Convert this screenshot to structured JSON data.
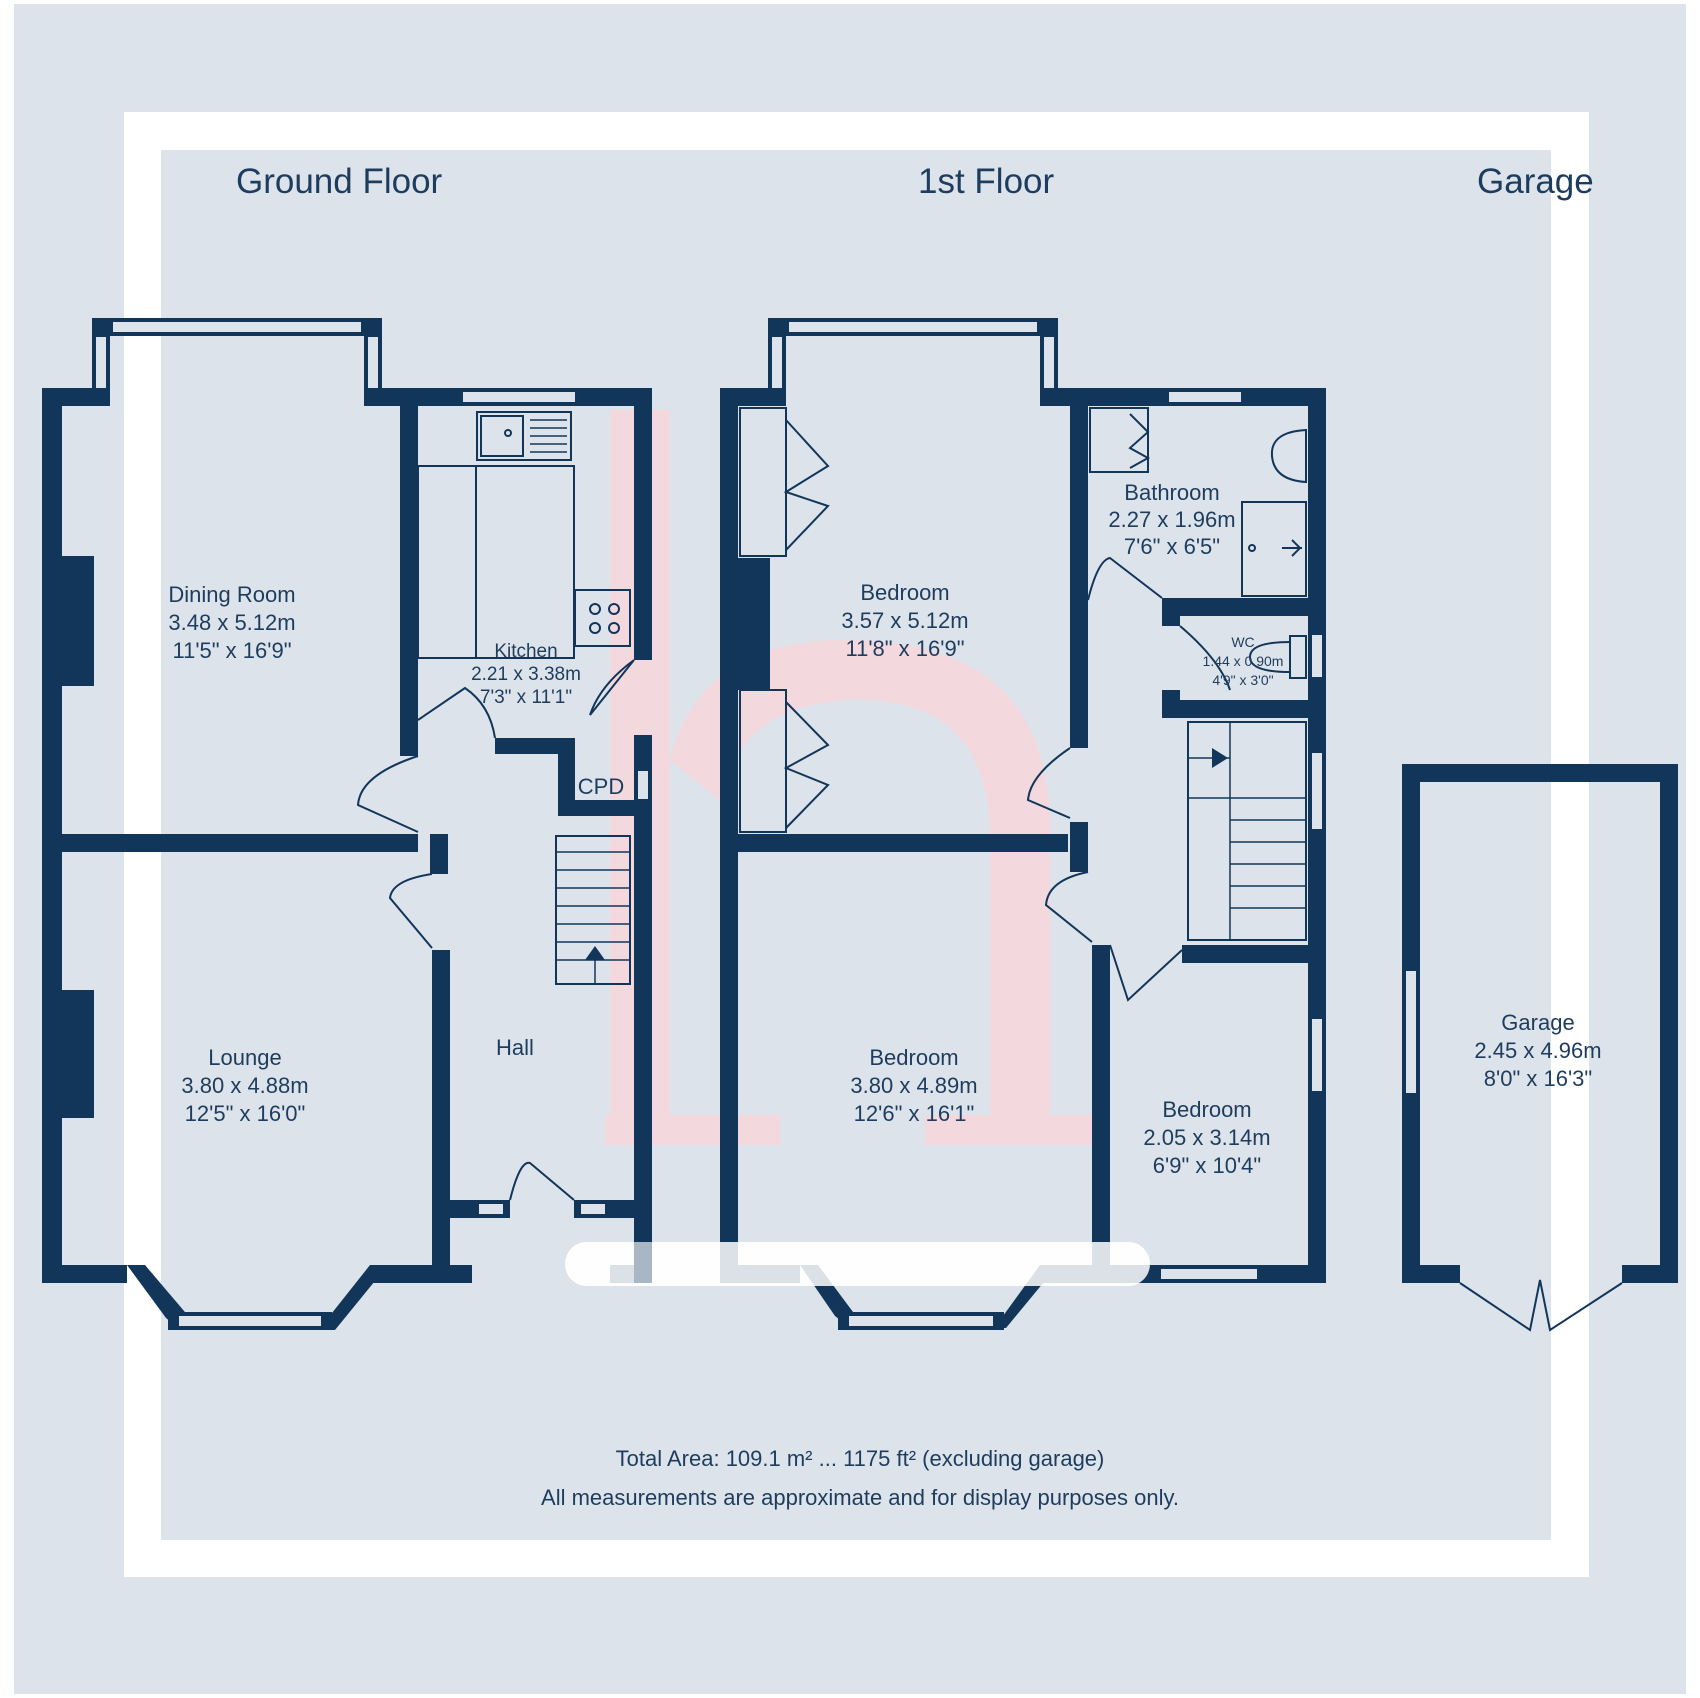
{
  "floors": {
    "ground": "Ground Floor",
    "first": "1st Floor",
    "garage": "Garage"
  },
  "rooms": {
    "dining": {
      "name": "Dining Room",
      "metric": "3.48 x 5.12m",
      "imperial": "11'5\" x 16'9\""
    },
    "kitchen": {
      "name": "Kitchen",
      "metric": "2.21 x 3.38m",
      "imperial": "7'3\" x 11'1\""
    },
    "cpd": {
      "name": "CPD"
    },
    "lounge": {
      "name": "Lounge",
      "metric": "3.80 x 4.88m",
      "imperial": "12'5\" x 16'0\""
    },
    "hall": {
      "name": "Hall"
    },
    "bedroom1": {
      "name": "Bedroom",
      "metric": "3.57 x 5.12m",
      "imperial": "11'8\" x 16'9\""
    },
    "bathroom": {
      "name": "Bathroom",
      "metric": "2.27 x 1.96m",
      "imperial": "7'6\" x 6'5\""
    },
    "wc": {
      "name": "WC",
      "metric": "1.44 x 0.90m",
      "imperial": "4'9\" x 3'0\""
    },
    "bedroom2": {
      "name": "Bedroom",
      "metric": "3.80 x 4.89m",
      "imperial": "12'6\" x 16'1\""
    },
    "bedroom3": {
      "name": "Bedroom",
      "metric": "2.05 x 3.14m",
      "imperial": "6'9\" x 10'4\""
    },
    "garage": {
      "name": "Garage",
      "metric": "2.45 x 4.96m",
      "imperial": "8'0\" x 16'3\""
    }
  },
  "footer": {
    "total_area": "Total Area: 109.1 m² ... 1175 ft² (excluding garage)",
    "disclaimer": "All measurements are approximate and for display purposes only."
  },
  "colors": {
    "background": "#dde3ea",
    "wall": "#12365a",
    "text": "#1e3d5e",
    "frame": "#ffffff",
    "watermark": "#f7d7dc"
  }
}
